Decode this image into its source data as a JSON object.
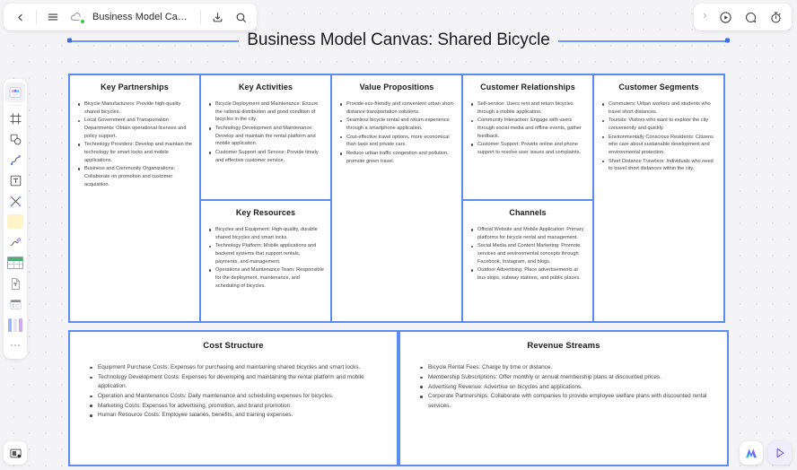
{
  "topbar": {
    "back_icon": "chevron-left-icon",
    "menu_icon": "hamburger-menu-icon",
    "cloud_icon": "cloud-sync-icon",
    "doc_title": "Business Model Canvas f...",
    "download_icon": "download-icon",
    "search_icon": "search-icon",
    "expand_icon": "chevron-right-icon",
    "present_icon": "play-circle-icon",
    "comment_icon": "comment-bubble-icon",
    "timer_icon": "stopwatch-icon"
  },
  "rail": {
    "items": [
      {
        "name": "templates-tool",
        "icon": "templates-icon"
      },
      {
        "name": "frame-tool",
        "icon": "frame-icon"
      },
      {
        "name": "shape-tool",
        "icon": "shape-icon"
      },
      {
        "name": "connector-tool",
        "icon": "curve-line-icon"
      },
      {
        "name": "text-tool",
        "icon": "text-icon"
      },
      {
        "name": "mindmap-tool",
        "icon": "mindmap-icon"
      },
      {
        "name": "sticky-note-tool",
        "icon": "sticky-note-icon"
      },
      {
        "name": "pen-tool",
        "icon": "pen-icon"
      },
      {
        "name": "table-tool",
        "icon": "table-icon"
      },
      {
        "name": "document-tool",
        "icon": "document-icon"
      },
      {
        "name": "list-tool",
        "icon": "list-layout-icon"
      },
      {
        "name": "kanban-tool",
        "icon": "columns-icon"
      },
      {
        "name": "more-tools",
        "icon": "more-dots-icon"
      }
    ],
    "bottom": {
      "name": "presentation-tool",
      "icon": "slide-export-icon"
    }
  },
  "canvas": {
    "title": "Business Model Canvas: Shared Bicycle"
  },
  "blocks": {
    "key_partnerships": {
      "title": "Key Partnerships",
      "items": [
        "Bicycle Manufacturers: Provide high-quality shared bicycles.",
        "Local Government and Transportation Departments: Obtain operational licenses and policy support.",
        "Technology Providers: Develop and maintain the technology for smart locks and mobile applications.",
        "Business and Community Organizations: Collaborate on promotion and customer acquisition."
      ]
    },
    "key_activities": {
      "title": "Key Activities",
      "items": [
        "Bicycle Deployment and Maintenance: Ensure the rational distribution and good condition of bicycles in the city.",
        "Technology Development and Maintenance: Develop and maintain the rental platform and mobile application.",
        "Customer Support and Service: Provide timely and effective customer service."
      ]
    },
    "key_resources": {
      "title": "Key Resources",
      "items": [
        "Bicycles and Equipment: High-quality, durable shared bicycles and smart locks.",
        "Technology Platform: Mobile applications and backend systems that support rentals, payments, and management.",
        "Operations and Maintenance Team: Responsible for the deployment, maintenance, and scheduling of bicycles."
      ]
    },
    "value_propositions": {
      "title": "Value Propositions",
      "items": [
        "Provide eco-friendly and convenient urban short-distance transportation solutions.",
        "Seamless bicycle rental and return experience through a smartphone application.",
        "Cost-effective travel options, more economical than taxis and private cars.",
        "Reduce urban traffic congestion and pollution, promote green travel."
      ]
    },
    "customer_relationships": {
      "title": "Customer Relationships",
      "items": [
        "Self-service: Users rent and return bicycles through a mobile application.",
        "Community Interaction: Engage with users through social media and offline events, gather feedback.",
        "Customer Support: Provide online and phone support to resolve user issues and complaints."
      ]
    },
    "channels": {
      "title": "Channels",
      "items": [
        "Official Website and Mobile Application: Primary platforms for bicycle rental and management.",
        "Social Media and Content Marketing: Promote services and environmental concepts through Facebook, Instagram, and blogs.",
        "Outdoor Advertising: Place advertisements at bus stops, subway stations, and public places."
      ]
    },
    "customer_segments": {
      "title": "Customer Segments",
      "items": [
        "Commuters: Urban workers and students who travel short distances.",
        "Tourists: Visitors who want to explore the city conveniently and quickly.",
        "Environmentally Conscious Residents: Citizens who care about sustainable development and environmental protection.",
        "Short Distance Travelers: Individuals who need to travel short distances within the city."
      ]
    },
    "cost_structure": {
      "title": "Cost Structure",
      "items": [
        "Equipment Purchase Costs: Expenses for purchasing and maintaining shared bicycles and smart locks.",
        "Technology Development Costs: Expenses for developing and maintaining the rental platform and mobile application.",
        "Operation and Maintenance Costs: Daily maintenance and scheduling expenses for bicycles.",
        "Marketing Costs: Expenses for advertising, promotion, and brand promotion.",
        "Human Resource Costs: Employee salaries, benefits, and training expenses."
      ]
    },
    "revenue_streams": {
      "title": "Revenue Streams",
      "items": [
        "Bicycle Rental Fees: Charge by time or distance.",
        "Membership Subscriptions: Offer monthly or annual membership plans at discounted prices.",
        "Advertising Revenue: Advertise on bicycles and applications.",
        "Corporate Partnerships: Collaborate with companies to provide employee welfare plans with discounted rental services."
      ]
    }
  },
  "fabs": {
    "ai_icon": "ai-assistant-icon",
    "pointer_icon": "cursor-pointer-icon"
  },
  "colors": {
    "card_border": "#5b8cf0",
    "title_line": "#6c95f0",
    "canvas_bg": "#f4f4f6"
  }
}
